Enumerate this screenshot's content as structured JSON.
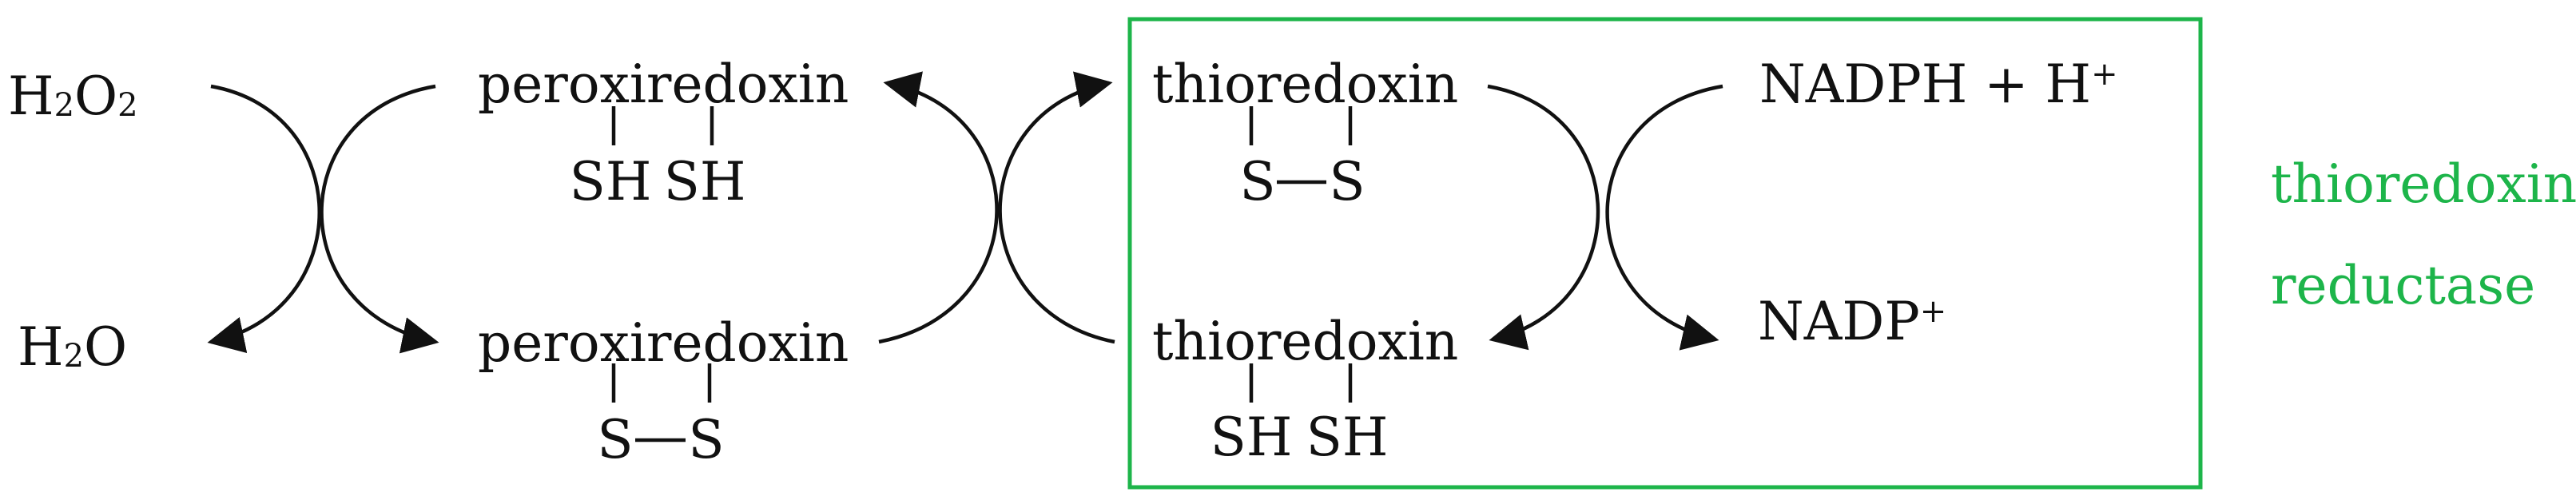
{
  "species": {
    "h2o2": {
      "base": "H",
      "sub": "2",
      "mid": "O",
      "sub2": "2"
    },
    "h2o": {
      "base": "H",
      "sub": "2",
      "mid": "O"
    },
    "peroxiredoxin_reduced": {
      "name": "peroxiredoxin",
      "thiol_left": "SH",
      "thiol_right": "SH"
    },
    "peroxiredoxin_oxidized": {
      "name": "peroxiredoxin",
      "s_left": "S",
      "s_right": "S"
    },
    "thioredoxin_oxidized": {
      "name": "thioredoxin",
      "s_left": "S",
      "s_right": "S"
    },
    "thioredoxin_reduced": {
      "name": "thioredoxin",
      "thiol_left": "SH",
      "thiol_right": "SH"
    },
    "nadph": {
      "text": "NADPH + H",
      "charge": "+"
    },
    "nadp": {
      "text": "NADP",
      "charge": "+"
    }
  },
  "enzyme_label": {
    "line1": "thioredoxin",
    "line2": "reductase"
  },
  "colors": {
    "text": "#111111",
    "enzyme_box": "#1db54a",
    "enzyme_label": "#1db54a"
  }
}
